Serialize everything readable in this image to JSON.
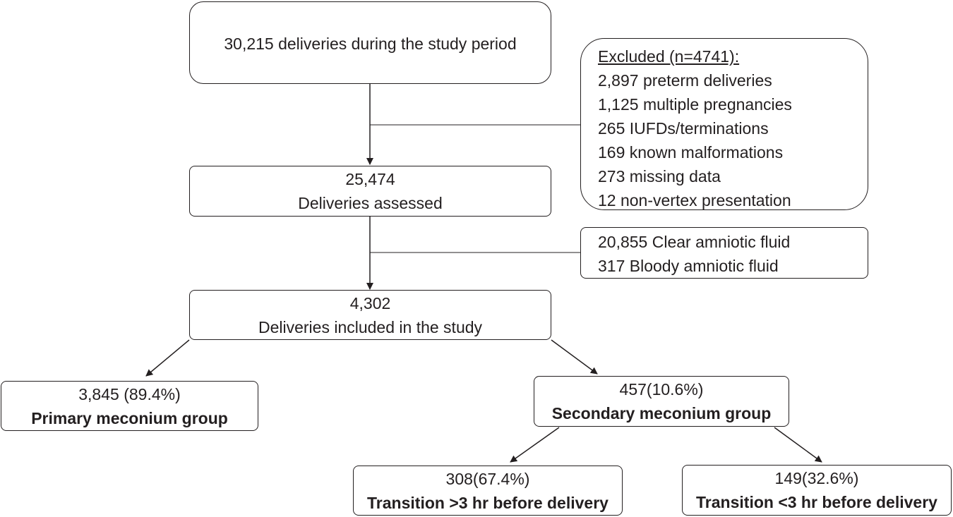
{
  "boxes": {
    "total": {
      "line1": "30,215 deliveries during the study period"
    },
    "excluded": {
      "title": "Excluded (n=4741):",
      "items": [
        "2,897 preterm deliveries",
        "1,125 multiple pregnancies",
        "265 IUFDs/terminations",
        "169 known malformations",
        "273 missing data",
        "12 non-vertex presentation"
      ]
    },
    "assessed": {
      "count": "25,474",
      "label": "Deliveries assessed"
    },
    "fluid": {
      "items": [
        "20,855 Clear amniotic fluid",
        "317 Bloody amniotic fluid"
      ]
    },
    "included": {
      "count": "4,302",
      "label": "Deliveries included in the study"
    },
    "primary": {
      "count": "3,845 (89.4%)",
      "label": "Primary meconium group"
    },
    "secondary": {
      "count": "457(10.6%)",
      "label": "Secondary meconium group"
    },
    "early": {
      "count": "308(67.4%)",
      "label": "Transition >3 hr before delivery"
    },
    "late": {
      "count": "149(32.6%)",
      "label": "Transition <3 hr before delivery"
    }
  }
}
